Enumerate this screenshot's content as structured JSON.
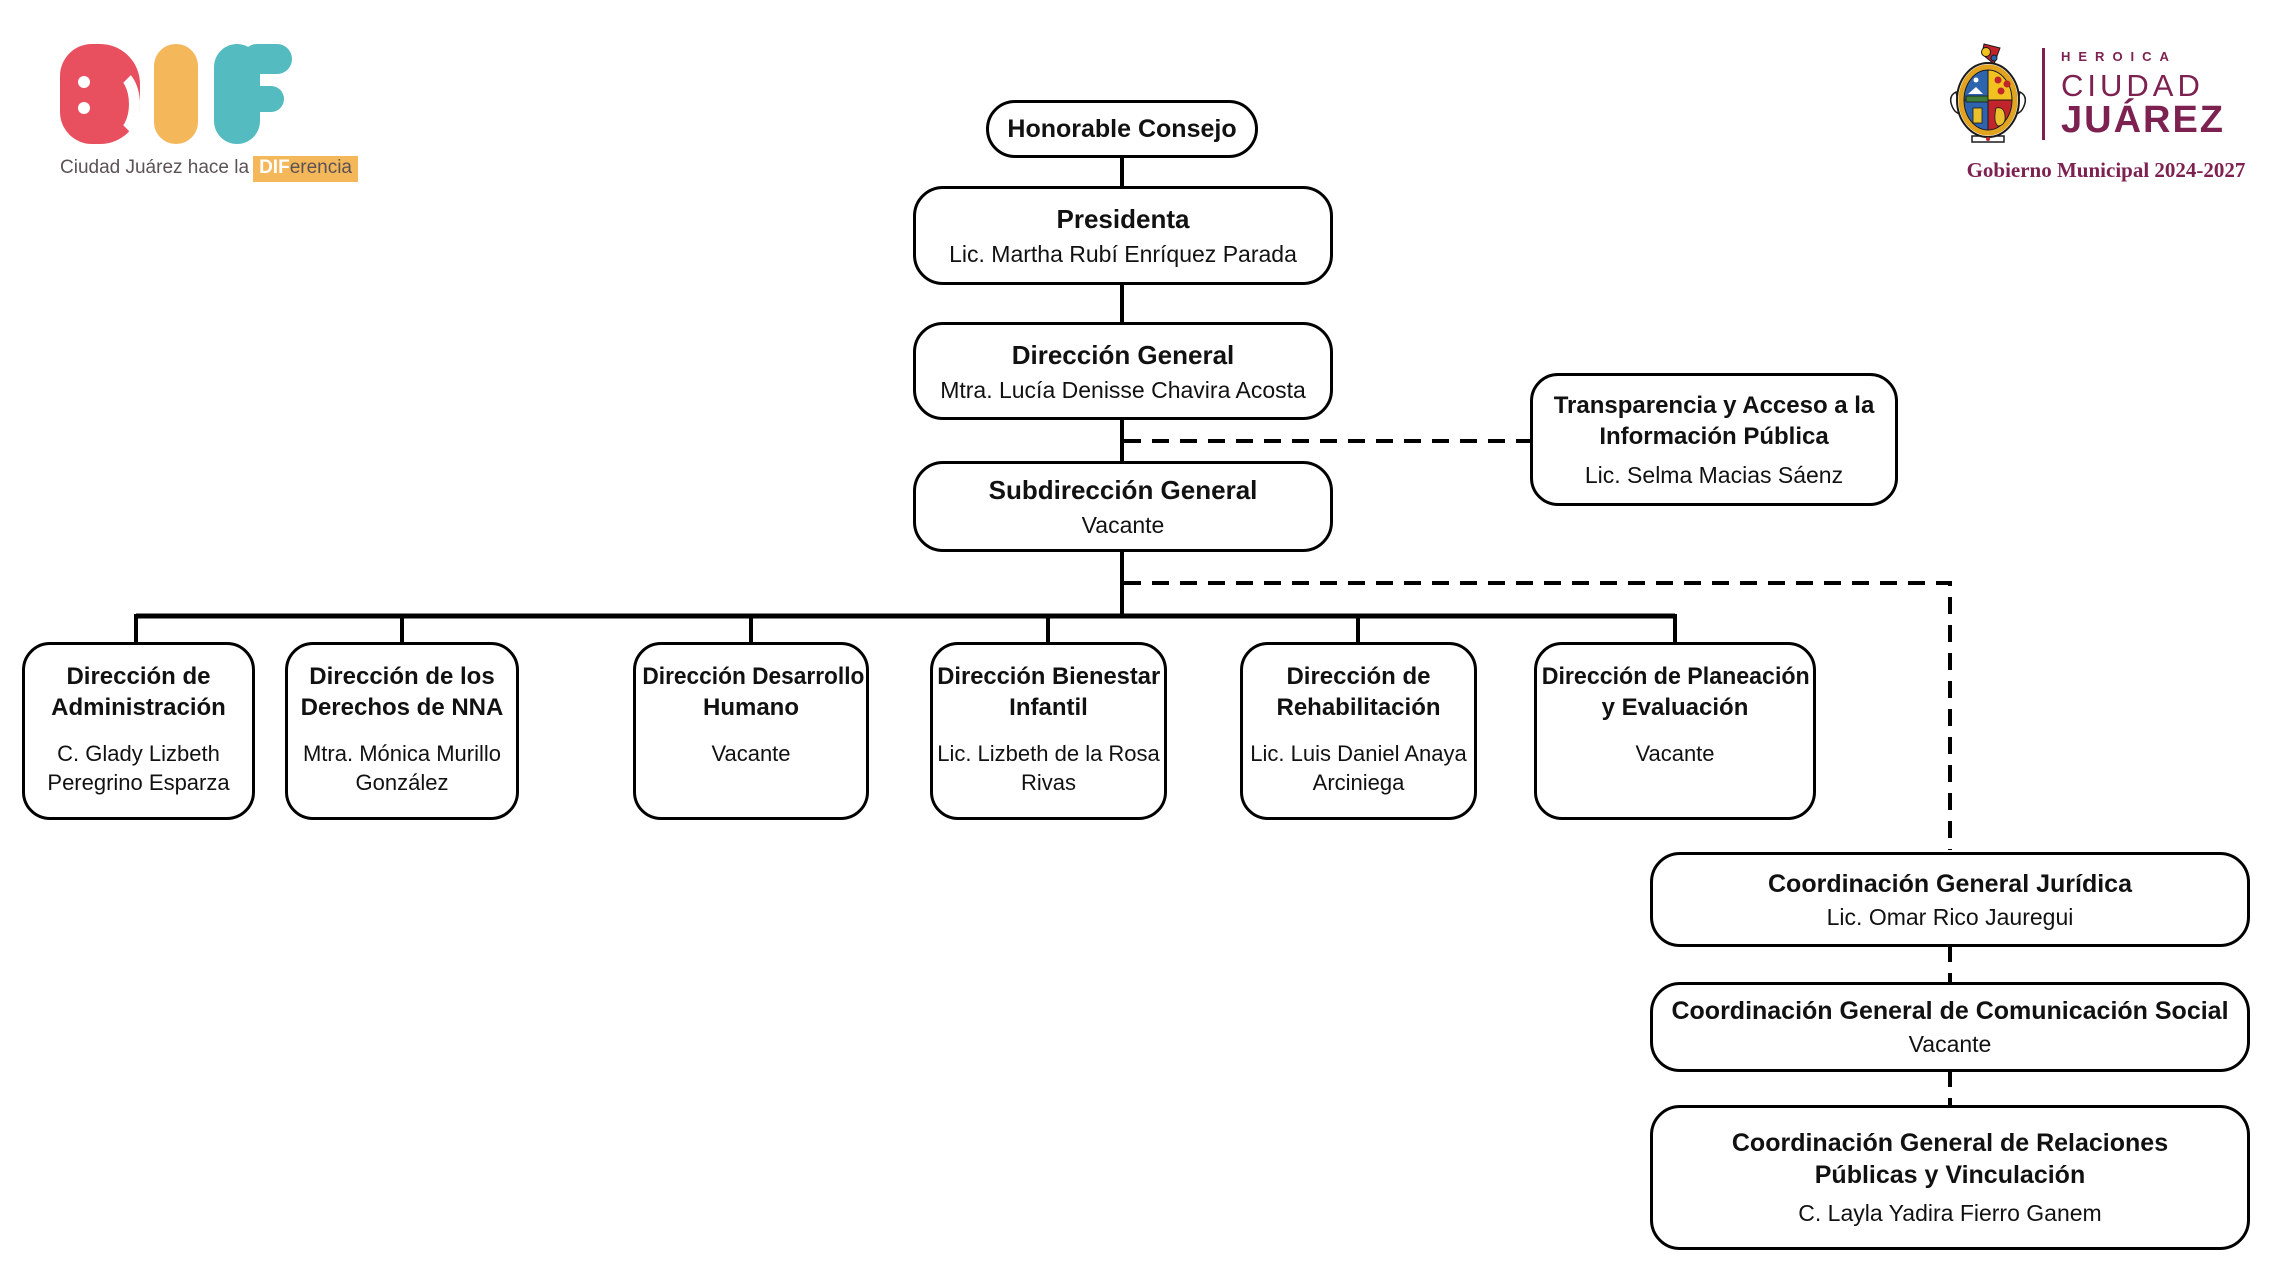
{
  "logos": {
    "dif": {
      "tagline_prefix": "Ciudad Juárez hace la",
      "highlight_bold": "DIF",
      "highlight_rest": "erencia",
      "colors": {
        "d_red": "#e8505f",
        "i_orange": "#f4b75a",
        "f_teal": "#54bcc0",
        "tagline_gray": "#5b5254",
        "highlight_bg": "#f4b75a"
      }
    },
    "juarez": {
      "heroica": "HEROICA",
      "ciudad": "CIUDAD",
      "juarez": "JUÁREZ",
      "subtitle": "Gobierno Municipal 2024-2027",
      "color_maroon": "#7d2150"
    }
  },
  "org": {
    "line_color": "#000000",
    "consejo": {
      "title": "Honorable Consejo"
    },
    "presidenta": {
      "title": "Presidenta",
      "name": "Lic. Martha Rubí Enríquez Parada"
    },
    "direccion_general": {
      "title": "Dirección General",
      "name": "Mtra. Lucía Denisse Chavira Acosta"
    },
    "transparencia": {
      "title_lines": [
        "Transparencia y Acceso a la",
        "Información Pública"
      ],
      "name": "Lic. Selma Macias Sáenz"
    },
    "subdireccion": {
      "title": "Subdirección General",
      "name": "Vacante"
    },
    "direcciones": [
      {
        "title_lines": [
          "Dirección de",
          "Administración"
        ],
        "name_lines": [
          "C. Glady Lizbeth",
          "Peregrino Esparza"
        ]
      },
      {
        "title_lines": [
          "Dirección de los",
          "Derechos de NNA"
        ],
        "name_lines": [
          "Mtra. Mónica Murillo",
          "González"
        ]
      },
      {
        "title_lines": [
          "Dirección Desarrollo",
          "Humano"
        ],
        "name_lines": [
          "Vacante"
        ]
      },
      {
        "title_lines": [
          "Dirección Bienestar",
          "Infantil"
        ],
        "name_lines": [
          "Lic. Lizbeth de la Rosa",
          "Rivas"
        ]
      },
      {
        "title_lines": [
          "Dirección de",
          "Rehabilitación"
        ],
        "name_lines": [
          "Lic. Luis Daniel Anaya",
          "Arciniega"
        ]
      },
      {
        "title_lines": [
          "Dirección de  Planeación",
          "y Evaluación"
        ],
        "name_lines": [
          "Vacante"
        ]
      }
    ],
    "coordinaciones": [
      {
        "title_lines": [
          "Coordinación General Jurídica"
        ],
        "name": "Lic. Omar Rico Jauregui"
      },
      {
        "title_lines": [
          "Coordinación General de Comunicación Social"
        ],
        "name": "Vacante"
      },
      {
        "title_lines": [
          "Coordinación General de Relaciones",
          "Públicas y Vinculación"
        ],
        "name": "C. Layla Yadira Fierro Ganem"
      }
    ]
  }
}
